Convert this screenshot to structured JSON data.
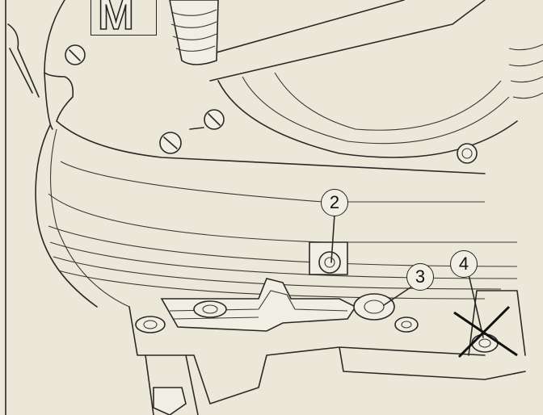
{
  "figure": {
    "logo_text": "M",
    "callouts": [
      {
        "label": "2"
      },
      {
        "label": "3"
      },
      {
        "label": "4"
      }
    ],
    "crossed_out_callout": "4"
  }
}
